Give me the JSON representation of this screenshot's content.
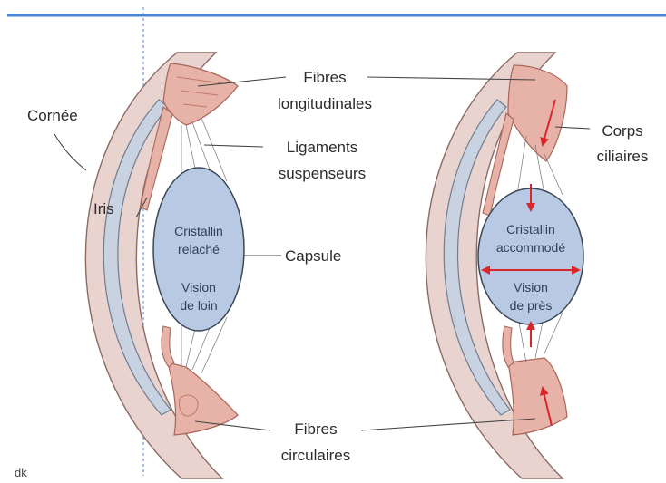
{
  "colors": {
    "top_rule": "#4a86d4",
    "lens_fill": "#b8c9e4",
    "lens_stroke": "#3b4756",
    "cornea_fill": "#c9d2e0",
    "muscle_fill": "#e7b3a8",
    "muscle_dark": "#c47868",
    "arrow_red": "#d9252b",
    "guide_line": "#5b7fc4"
  },
  "labels": {
    "cornee": "Cornée",
    "iris": "Iris",
    "fibres_long_1": "Fibres",
    "fibres_long_2": "longitudinales",
    "ligaments_1": "Ligaments",
    "ligaments_2": "suspenseurs",
    "capsule": "Capsule",
    "fibres_circ_1": "Fibres",
    "fibres_circ_2": "circulaires",
    "corps_1": "Corps",
    "corps_2": "ciliaires"
  },
  "lens_left": {
    "line1": "Cristallin",
    "line2": "relaché",
    "line3": "Vision",
    "line4": "de loin"
  },
  "lens_right": {
    "line1": "Cristallin",
    "line2": "accommodé",
    "line3": "Vision",
    "line4": "de près"
  },
  "corner_mark": "dk"
}
